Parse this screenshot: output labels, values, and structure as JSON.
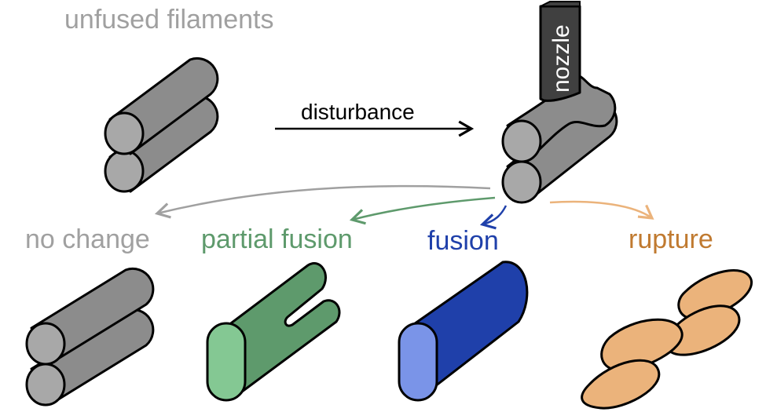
{
  "labels": {
    "unfused": "unfused filaments",
    "disturbance": "disturbance",
    "nozzle": "nozzle",
    "no_change": "no change",
    "partial_fusion": "partial fusion",
    "fusion": "fusion",
    "rupture": "rupture"
  },
  "colors": {
    "outline": "#000000",
    "grey_body": "#8c8c8c",
    "grey_end": "#a8a8a8",
    "grey_text": "#a0a0a0",
    "nozzle": "#404040",
    "green_body": "#5e9a6c",
    "green_end": "#84c893",
    "green_text": "#5e9a6c",
    "blue_body": "#1f40aa",
    "blue_end": "#7a94e8",
    "blue_text": "#1f40aa",
    "orange_body": "#ebb37b",
    "orange_text": "#c07a30",
    "arrow_grey": "#a0a0a0",
    "arrow_green": "#5e9a6c",
    "arrow_blue": "#1f40aa",
    "arrow_orange": "#ebb37b"
  }
}
